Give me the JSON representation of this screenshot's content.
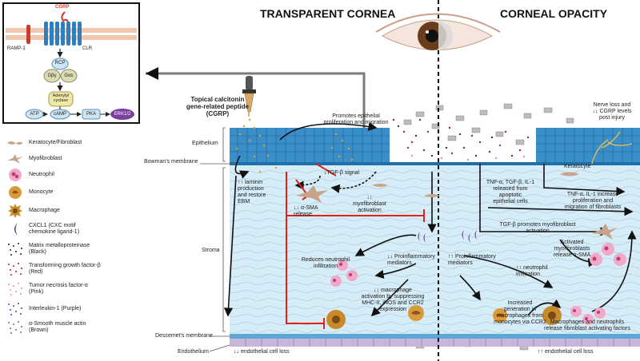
{
  "titles": {
    "left": "TRANSPARENT CORNEA",
    "right": "CORNEAL OPACITY"
  },
  "inset": {
    "ligand": "CGRP",
    "ramp": "RAMP-1",
    "receptor": "CLR",
    "rcp": "RCP",
    "gbg": "Gβγ",
    "gas": "Gαs",
    "adenylyl": "Adenylyl cyclase",
    "atp": "ATP",
    "camp": "cAMP",
    "pka": "PKA",
    "erk": "ERK1/2"
  },
  "legend": [
    {
      "icon": "keratocyte-icon",
      "text": "Keratocyte/Fibroblast"
    },
    {
      "icon": "myofibroblast-icon",
      "text": "Myofibroblast"
    },
    {
      "icon": "neutrophil-icon",
      "text": "Neutrophil"
    },
    {
      "icon": "monocyte-icon",
      "text": "Monocyte"
    },
    {
      "icon": "macrophage-icon",
      "text": "Macrophage"
    },
    {
      "icon": "cxcl1-icon",
      "text": "CXCL1 (CXC motif\nchemokine ligand-1)"
    },
    {
      "icon": "mmp-icon",
      "text": "Matrix metalloproteinase\n(Black)"
    },
    {
      "icon": "tgfb-icon",
      "text": "Transforming growth factor-β\n(Red)"
    },
    {
      "icon": "tnfa-icon",
      "text": "Tumor necrosis factor-α\n(Pink)"
    },
    {
      "icon": "il1-icon",
      "text": "Interleukin-1 (Purple)"
    },
    {
      "icon": "asma-icon",
      "text": "α-Smooth muscle actin\n(Brown)"
    }
  ],
  "layers": {
    "epithelium": "Epithelium",
    "bowman": "Bowman's membrane",
    "stroma": "Stroma",
    "descemet": "Descemet's membrane",
    "endothelium": "Endothelium"
  },
  "annotations": {
    "topical": "Topical calcitonin\ngene-related peptide\n(CGRP)",
    "promotes": "Promotes epithelial\nproliferation and migration",
    "laminin": "↑↑ laminin\nproduction\nand restore\nEBM",
    "tgfb_signal": "↓TGF-β signal",
    "asma_release": "↓↓ α-SMA\nrelease",
    "myo_activation": "↓↓\nmyofibroblast\nactivation",
    "reduces_neutro": "Reduces  neutrophil\ninfiltration",
    "proinflam_down": "↓↓ Proinflammatory\nmediators",
    "macrophage_down": "↓↓ macrophage\nactivation by suppressing\nMHC-II, iNOS and CCR2\nexpression",
    "endo_left": "↓↓ endothelial cell loss",
    "nerve_loss": "Nerve loss and\n↓↓ CGRP levels\npost injury",
    "keratocyte_label": "Keratocyte",
    "tnf_released": "TNF-α, TGF-β, IL-1\nreleased from\napoptotic\nepithelial cells",
    "tnf_increase": "TNF-α, IL-1 increase\nproliferation and\nmigration of fibroblasts",
    "tgfb_promotes": "TGF-β promotes myofibroblast\nactivation",
    "activated_myo": "Activated\nmyofibroblasts\nrelease α-SMA",
    "proinflam_up": "↑↑ Proinflammatory\nmediators",
    "neutro_up": "↑↑ neutrophil\ninfiltration",
    "increased_gen": "Increased\ngeneration of\nmacrophages from\nmonocytes via CCR2",
    "mac_neutro": "Macrophages and neutrophils\nrelease fibroblast activating factors",
    "endo_right": "↑↑ endothelial cell loss"
  },
  "colors": {
    "epithelium": "#3a8fc9",
    "stroma": "#d6ecf7",
    "bowman": "#1f6fa8",
    "red_arrow": "#e0221b",
    "receptor": "#2e7fbf",
    "erk": "#7b3fa0"
  }
}
